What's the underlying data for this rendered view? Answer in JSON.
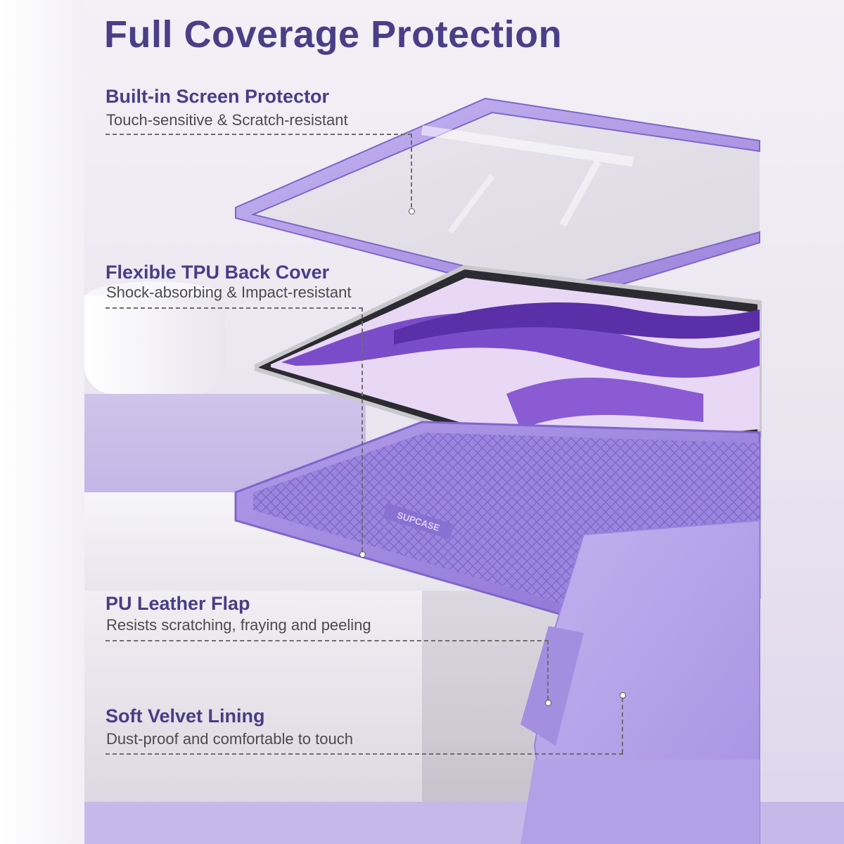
{
  "title": "Full Coverage Protection",
  "features": [
    {
      "heading": "Built-in Screen Protector",
      "description": "Touch-sensitive & Scratch-resistant"
    },
    {
      "heading": "Flexible TPU Back Cover",
      "description": "Shock-absorbing & Impact-resistant"
    },
    {
      "heading": "PU Leather Flap",
      "description": "Resists scratching, fraying and peeling"
    },
    {
      "heading": "Soft Velvet Lining",
      "description": "Dust-proof and comfortable to touch"
    }
  ],
  "brand_logo_text": "SUPCASE",
  "colors": {
    "title": "#4a3f86",
    "heading": "#473e86",
    "case_lavender": "#a58ee0",
    "case_dark": "#8a70d0",
    "screen_purple": "#7b4cc9"
  },
  "icons": [
    "callout-dot",
    "leader-line"
  ]
}
